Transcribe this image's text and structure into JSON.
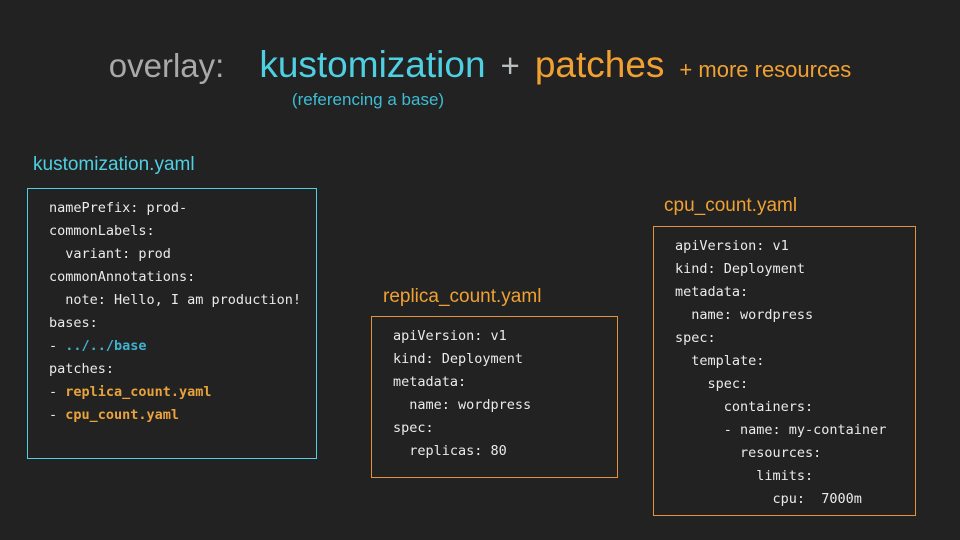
{
  "slide": {
    "background": "#222222"
  },
  "colors": {
    "cyan": "#4fd0e2",
    "cyan_dark": "#3dbdd3",
    "code_cyan": "#3eb3cf",
    "orange": "#f0a132",
    "orange_border": "#e0923c",
    "code_orange": "#e8a33c",
    "gray": "#a9a9a9",
    "gray_light": "#b8bdc0",
    "code_text": "#eaeaea"
  },
  "title": {
    "segments": [
      {
        "text": "overlay:",
        "color": "gray",
        "size": "lg"
      },
      {
        "text": "kustomization",
        "color": "cyan",
        "size": "xl"
      },
      {
        "text": "+",
        "color": "gray_light",
        "size": "lg"
      },
      {
        "text": "patches",
        "color": "orange",
        "size": "xl"
      },
      {
        "text": "+ more resources",
        "color": "orange",
        "size": "md"
      }
    ],
    "subtitle": "(referencing a base)"
  },
  "panels": [
    {
      "label": "kustomization.yaml",
      "accent": "cyan",
      "border": "cyan",
      "lines": [
        [
          {
            "t": "namePrefix: prod-"
          }
        ],
        [
          {
            "t": "commonLabels:"
          }
        ],
        [
          {
            "t": "  variant: prod"
          }
        ],
        [
          {
            "t": "commonAnnotations:"
          }
        ],
        [
          {
            "t": "  note: Hello, I am production!"
          }
        ],
        [
          {
            "t": "bases:"
          }
        ],
        [
          {
            "t": "- "
          },
          {
            "t": "../../base",
            "c": "code_cyan"
          }
        ],
        [
          {
            "t": "patches:"
          }
        ],
        [
          {
            "t": "- "
          },
          {
            "t": "replica_count.yaml",
            "c": "code_orange"
          }
        ],
        [
          {
            "t": "- "
          },
          {
            "t": "cpu_count.yaml",
            "c": "code_orange"
          }
        ]
      ]
    },
    {
      "label": "replica_count.yaml",
      "accent": "orange",
      "border": "orange_border",
      "lines": [
        [
          {
            "t": "apiVersion: v1"
          }
        ],
        [
          {
            "t": "kind: Deployment"
          }
        ],
        [
          {
            "t": "metadata:"
          }
        ],
        [
          {
            "t": "  name: wordpress"
          }
        ],
        [
          {
            "t": "spec:"
          }
        ],
        [
          {
            "t": "  replicas: 80"
          }
        ]
      ]
    },
    {
      "label": "cpu_count.yaml",
      "accent": "orange",
      "border": "orange_border",
      "lines": [
        [
          {
            "t": "apiVersion: v1"
          }
        ],
        [
          {
            "t": "kind: Deployment"
          }
        ],
        [
          {
            "t": "metadata:"
          }
        ],
        [
          {
            "t": "  name: wordpress"
          }
        ],
        [
          {
            "t": "spec:"
          }
        ],
        [
          {
            "t": "  template:"
          }
        ],
        [
          {
            "t": "    spec:"
          }
        ],
        [
          {
            "t": "      containers:"
          }
        ],
        [
          {
            "t": "      - name: my-container"
          }
        ],
        [
          {
            "t": "        resources:"
          }
        ],
        [
          {
            "t": "          limits:"
          }
        ],
        [
          {
            "t": "            cpu:  7000m"
          }
        ]
      ]
    }
  ]
}
